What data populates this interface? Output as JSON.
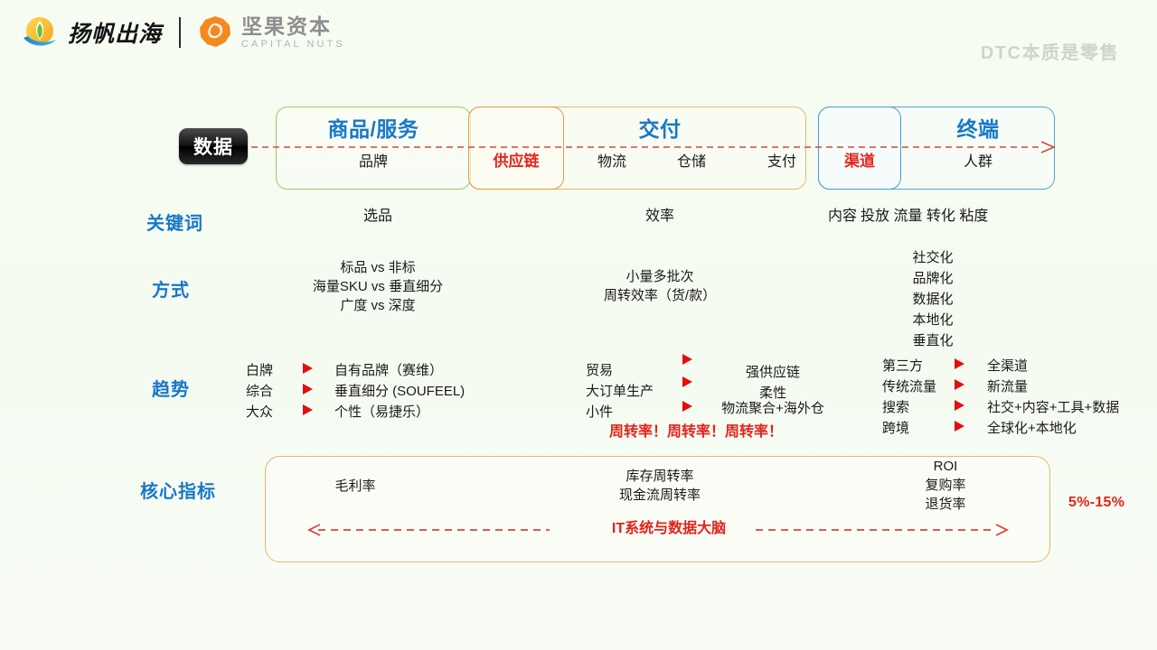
{
  "header": {
    "logo1_name": "yangfan-chuhai-logo",
    "logo1_text": "扬帆出海",
    "logo2_name": "capital-nuts-logo",
    "logo2_text_cn": "坚果资本",
    "logo2_text_en": "CAPITAL NUTS",
    "deck_title": "DTC本质是零售"
  },
  "colors": {
    "blue": "#1878c8",
    "red": "#e2231a",
    "green_border": "#9dc96b",
    "orange_border": "#e8b96a",
    "blue_border": "#4fa8dd",
    "background": "#f6fbf2"
  },
  "chain": {
    "data_badge": "数据",
    "stages": [
      {
        "title": "商品/服务",
        "subs": [
          "品牌"
        ]
      },
      {
        "title": "交付",
        "subs": [
          "物流",
          "仓储",
          "支付"
        ]
      },
      {
        "title": "终端",
        "subs": [
          "人群"
        ]
      }
    ],
    "highlight_supply": "供应链",
    "highlight_channel": "渠道"
  },
  "rows": {
    "keywords": {
      "label": "关键词",
      "product": "选品",
      "delivery": "效率",
      "terminal_red": "内容",
      "terminal_rest": "投放 流量 转化 粘度"
    },
    "methods": {
      "label": "方式",
      "product": [
        "标品 vs 非标",
        "海量SKU vs 垂直细分",
        "广度 vs 深度"
      ],
      "delivery": [
        "小量多批次",
        "周转效率（货/款）"
      ],
      "terminal": [
        "社交化",
        "品牌化",
        "数据化",
        "本地化",
        "垂直化"
      ]
    },
    "trends": {
      "label": "趋势",
      "product": [
        {
          "from": "白牌",
          "to": "自有品牌（赛维）"
        },
        {
          "from": "综合",
          "to": "垂直细分 (SOUFEEL)"
        },
        {
          "from": "大众",
          "to": "个性（易捷乐）"
        }
      ],
      "delivery": [
        {
          "from": "贸易",
          "to": "强供应链"
        },
        {
          "from": "大订单生产",
          "to": "柔性"
        },
        {
          "from": "小件",
          "to": "物流聚合+海外仓"
        }
      ],
      "delivery_note": "周转率！周转率！周转率！",
      "terminal": [
        {
          "from": "第三方",
          "to": "全渠道"
        },
        {
          "from": "传统流量",
          "to": "新流量"
        },
        {
          "from": "搜索",
          "to": "社交+内容+工具+数据"
        },
        {
          "from": "跨境",
          "to": "全球化+本地化"
        }
      ]
    },
    "core_metrics": {
      "label": "核心指标",
      "product": [
        "毛利率"
      ],
      "delivery": [
        "库存周转率",
        "现金流周转率"
      ],
      "terminal": [
        "ROI",
        "复购率",
        "退货率"
      ],
      "center_note": "IT系统与数据大脑",
      "percent": "5%-15%"
    }
  }
}
